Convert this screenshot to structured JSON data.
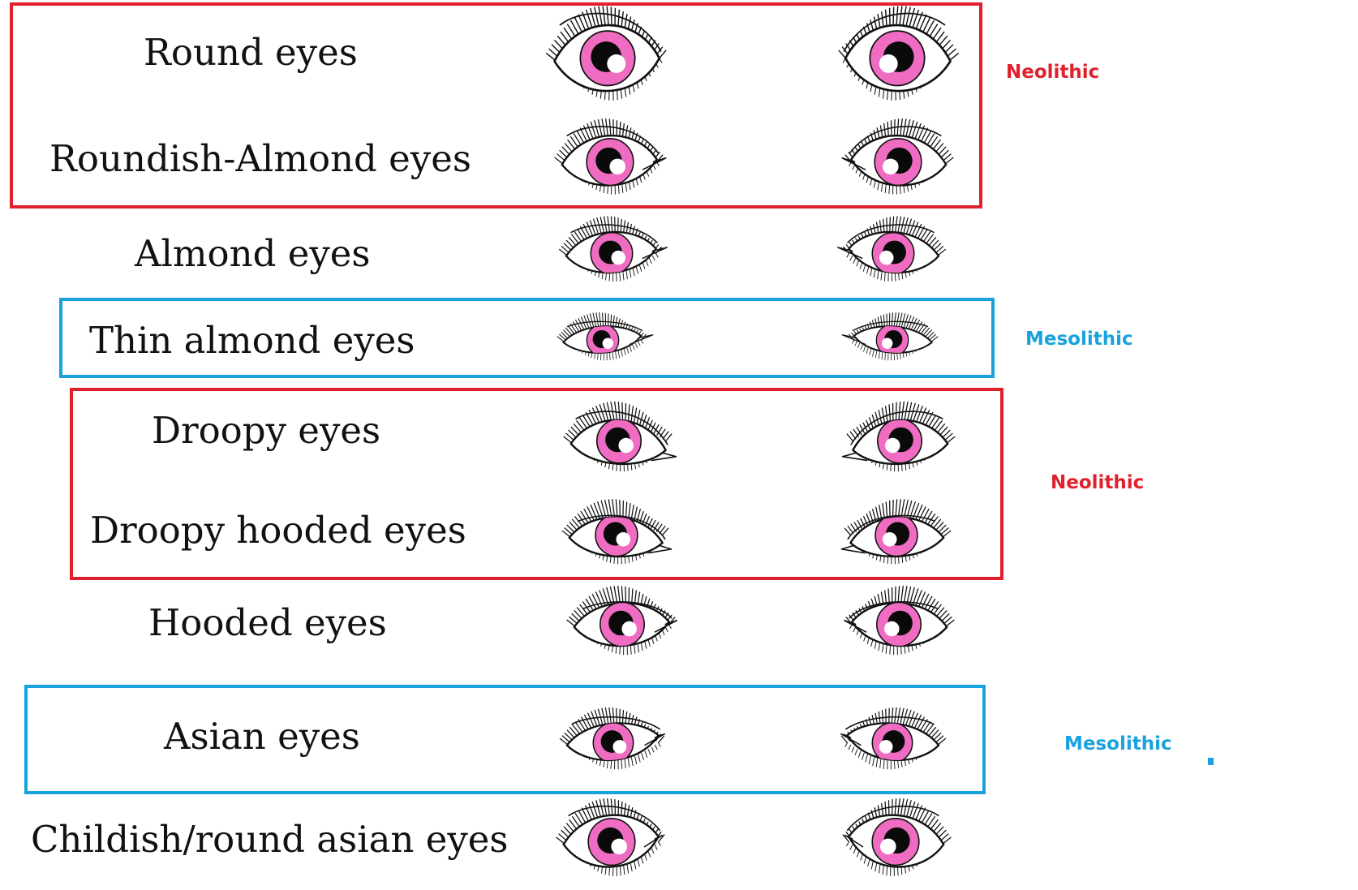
{
  "colors": {
    "neolithic": "#e0202c",
    "mesolithic": "#1aa2dc",
    "iris": "#f06cc2",
    "pupil": "#0a0a0a",
    "highlight": "#ffffff",
    "line": "#111111"
  },
  "rows": [
    {
      "label": "Round eyes",
      "shape": "round"
    },
    {
      "label": "Roundish-Almond eyes",
      "shape": "roundish-almond"
    },
    {
      "label": "Almond eyes",
      "shape": "almond"
    },
    {
      "label": "Thin almond eyes",
      "shape": "thin-almond"
    },
    {
      "label": "Droopy eyes",
      "shape": "droopy"
    },
    {
      "label": "Droopy hooded eyes",
      "shape": "droopy-hooded"
    },
    {
      "label": "Hooded eyes",
      "shape": "hooded"
    },
    {
      "label": "Asian eyes",
      "shape": "asian"
    },
    {
      "label": "Childish/round asian eyes",
      "shape": "childish-round-asian"
    }
  ],
  "groups": [
    {
      "name": "Neolithic",
      "category": "neolithic"
    },
    {
      "name": "Mesolithic",
      "category": "mesolithic"
    },
    {
      "name": "Neolithic",
      "category": "neolithic"
    },
    {
      "name": "Mesolithic",
      "category": "mesolithic"
    }
  ]
}
